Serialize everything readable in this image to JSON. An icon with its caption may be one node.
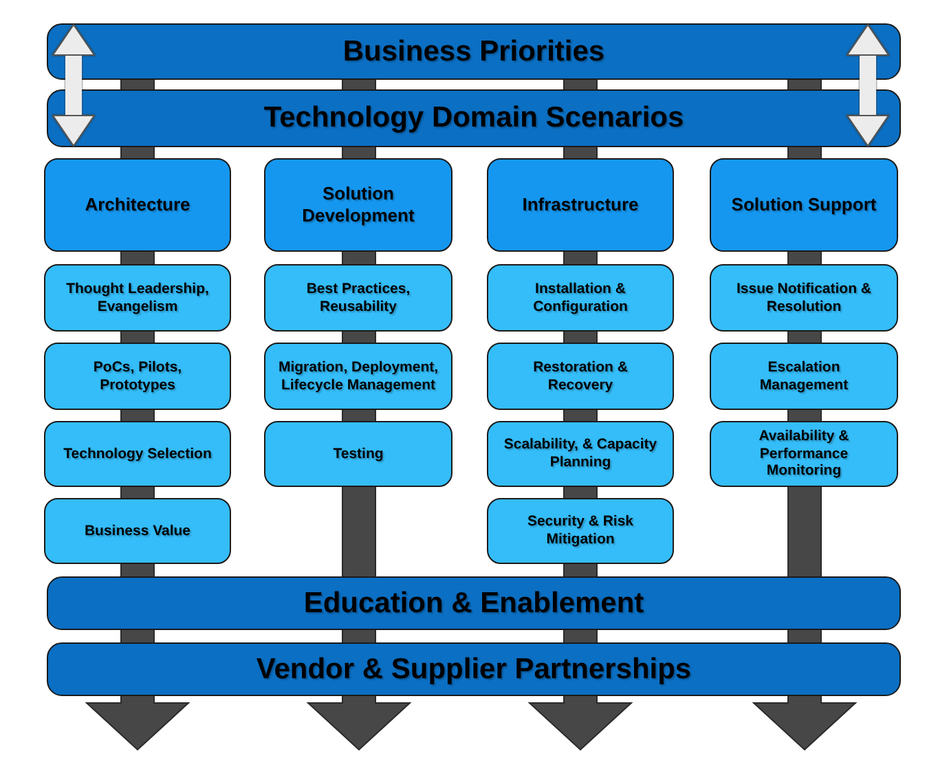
{
  "diagram": {
    "nodes": [
      {
        "text": [
          "Business Priorities"
        ]
      },
      {
        "text": [
          "Technology Domain Scenarios"
        ]
      },
      {
        "text": [
          "Architecture"
        ]
      },
      {
        "text": [
          "Solution Development"
        ]
      },
      {
        "text": [
          "Infrastructure"
        ]
      },
      {
        "text": [
          "Solution Support"
        ]
      },
      {
        "text": [
          "Thought Leadership, Evangelism"
        ]
      },
      {
        "text": [
          "Best Practices, Reusability"
        ]
      },
      {
        "text": [
          "Installation & Configuration"
        ]
      },
      {
        "text": [
          "Issue Notification & Resolution"
        ]
      },
      {
        "text": [
          "PoCs, Pilots, Prototypes"
        ]
      },
      {
        "text": [
          "Migration, Deployment, Lifecycle Management"
        ]
      },
      {
        "text": [
          "Restoration & Recovery"
        ]
      },
      {
        "text": [
          "Escalation Management"
        ]
      },
      {
        "text": [
          "Technology Selection"
        ]
      },
      {
        "text": [
          "Testing"
        ]
      },
      {
        "text": [
          "Scalability, & Capacity Planning"
        ]
      },
      {
        "text": [
          "Availability & Performance Monitoring"
        ]
      },
      {
        "text": [
          "Business Value"
        ]
      },
      {
        "text": [
          "Security & Risk Mitigation"
        ]
      },
      {
        "text": [
          "Education & Enablement"
        ]
      },
      {
        "text": [
          "Vendor & Supplier Partnerships"
        ]
      }
    ],
    "edges": [
      {
        "from": 0,
        "to": 1,
        "arrow": "both"
      },
      {
        "from": 0,
        "to": 1,
        "arrow": "both"
      }
    ]
  }
}
